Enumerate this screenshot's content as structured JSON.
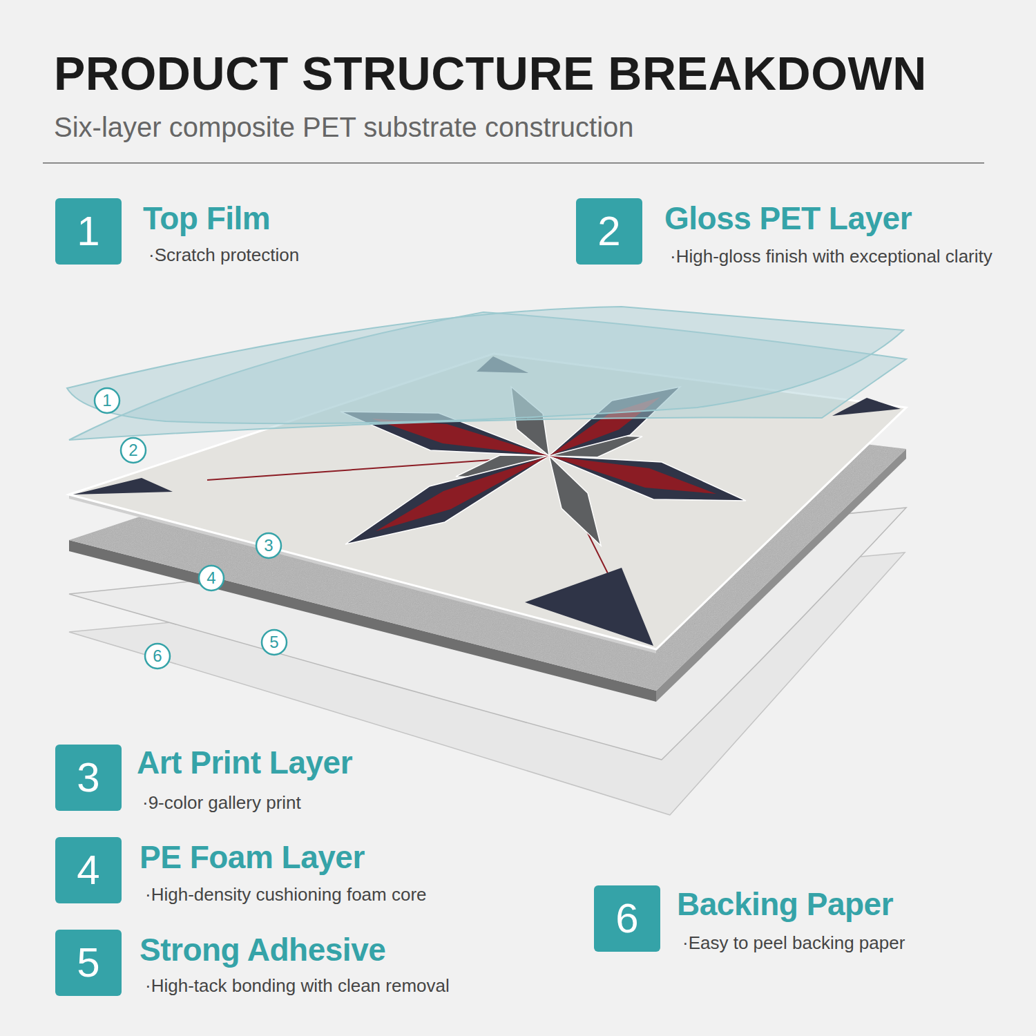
{
  "diagram": {
    "title": "PRODUCT STRUCTURE BREAKDOWN",
    "nodes": [
      {
        "text": [
          "1",
          "Top Film",
          "·Scratch protection"
        ]
      },
      {
        "text": [
          "2",
          "Gloss PET Layer",
          "·High-gloss finish with exceptional clarity"
        ]
      },
      {
        "text": [
          "3",
          "Art Print Layer",
          "·9-color gallery print"
        ]
      },
      {
        "text": [
          "4",
          "PE Foam Layer",
          "·High-density cushioning foam core"
        ]
      },
      {
        "text": [
          "5",
          "Strong Adhesive",
          "·High-tack bonding with clean removal"
        ]
      },
      {
        "text": [
          "6",
          "Backing Paper",
          "·Easy to peel backing paper"
        ]
      }
    ],
    "edges": [],
    "labels": [
      "Six-layer composite PET substrate construction",
      "1",
      "2",
      "3",
      "4",
      "5",
      "6"
    ]
  }
}
